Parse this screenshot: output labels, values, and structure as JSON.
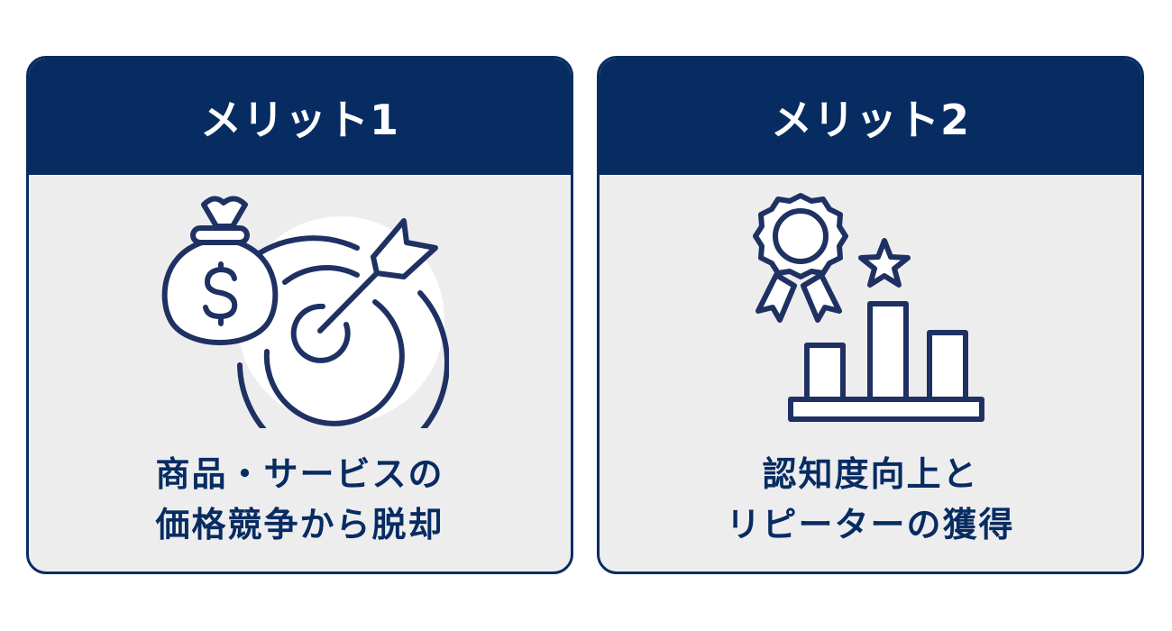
{
  "cards": [
    {
      "title": "メリット1",
      "icon": "money-bag-target-icon",
      "caption_lines": [
        "商品・サービスの",
        "価格競争から脱却"
      ]
    },
    {
      "title": "メリット2",
      "icon": "award-chart-icon",
      "caption_lines": [
        "認知度向上と",
        "リピーターの獲得"
      ]
    }
  ],
  "colors": {
    "header_bg": "#072c62",
    "card_bg": "#ededee",
    "text": "#072c62",
    "icon_stroke": "#1f3163"
  }
}
